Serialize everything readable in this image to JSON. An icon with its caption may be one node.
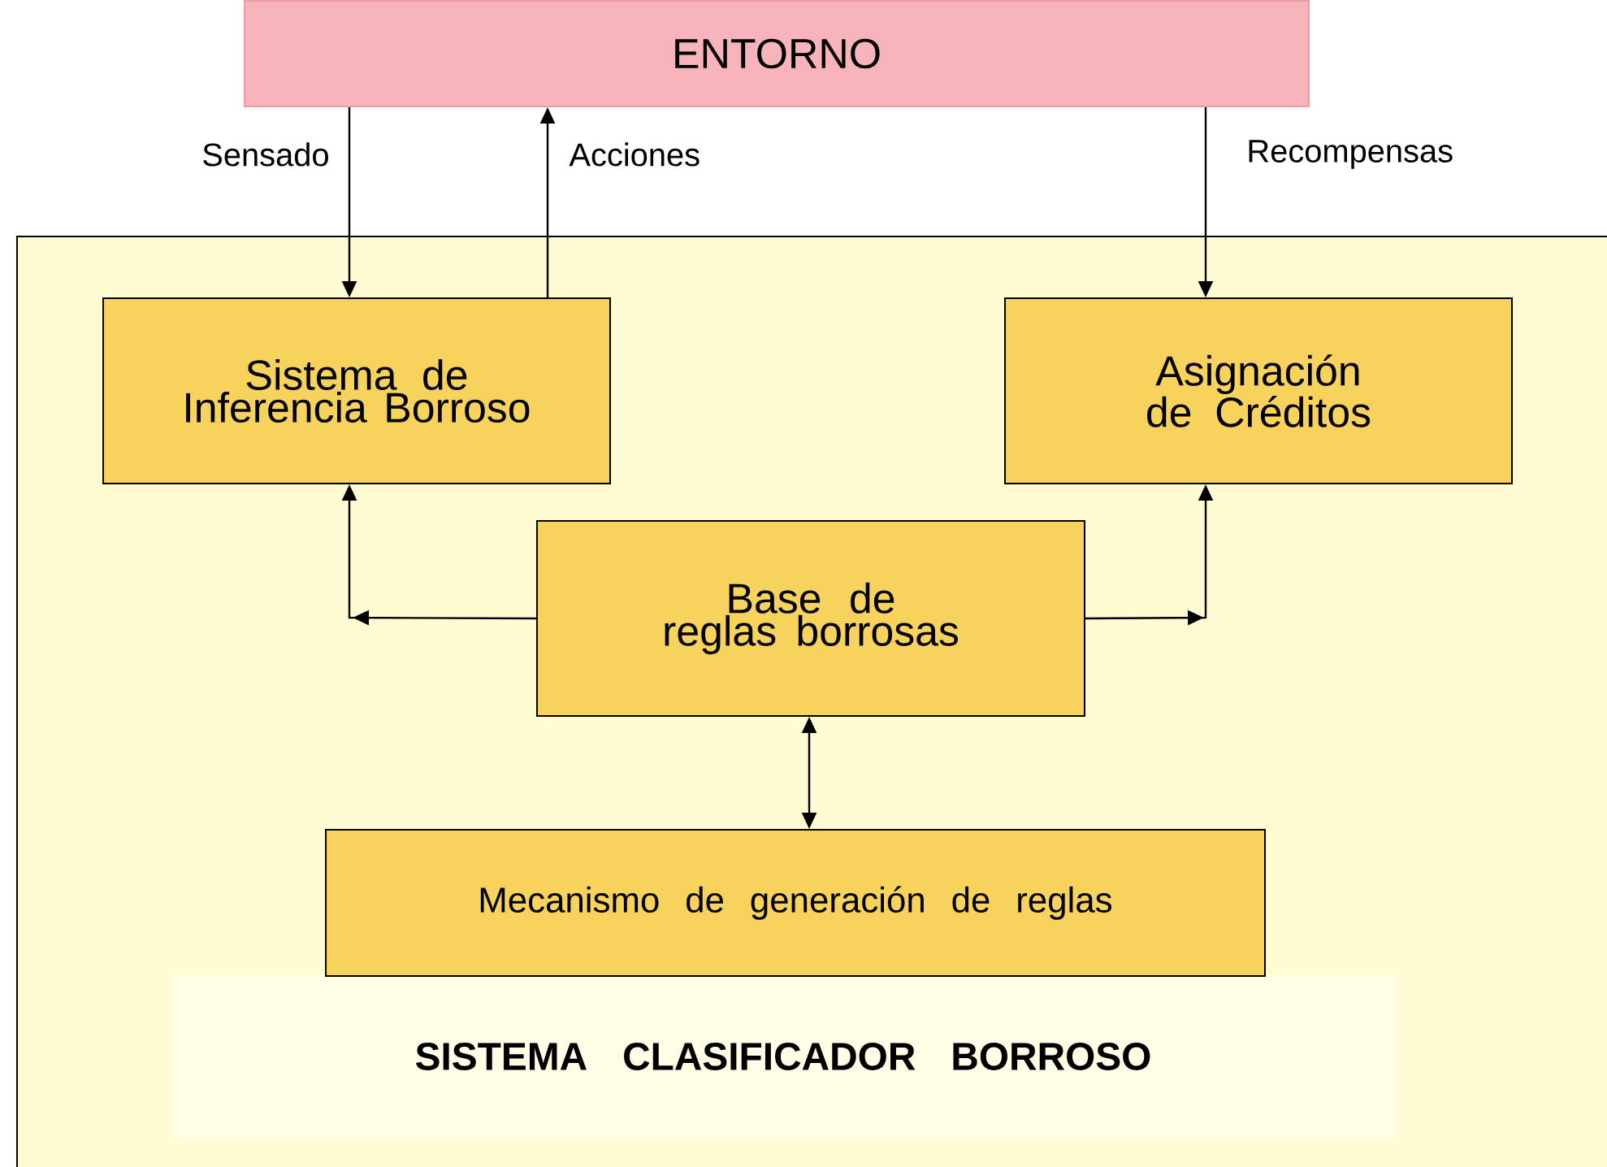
{
  "diagram": {
    "nodes": [
      {
        "text": [
          "ENTORNO"
        ]
      },
      {
        "text": [
          "SISTEMA CLASIFICADOR BORROSO"
        ]
      },
      {
        "text": [
          "Sistema de Inferencia Borroso"
        ],
        "in": 1
      },
      {
        "text": [
          "Asignación de Créditos"
        ],
        "in": 1
      },
      {
        "text": [
          "Base de reglas borrosas"
        ],
        "in": 1
      },
      {
        "text": [
          "Mecanismo de generación de reglas"
        ],
        "in": 1
      }
    ],
    "edges": [
      {
        "from": 0,
        "to": 2,
        "arrow": "to",
        "label": "Sensado"
      },
      {
        "from": 2,
        "to": 0,
        "arrow": "to",
        "label": "Acciones"
      },
      {
        "from": 0,
        "to": 3,
        "arrow": "to",
        "label": "Recompensas"
      },
      {
        "from": 4,
        "to": 2,
        "arrow": "to"
      },
      {
        "from": 4,
        "to": 3,
        "arrow": "to"
      },
      {
        "from": 4,
        "to": 5,
        "arrow": "both"
      }
    ]
  }
}
